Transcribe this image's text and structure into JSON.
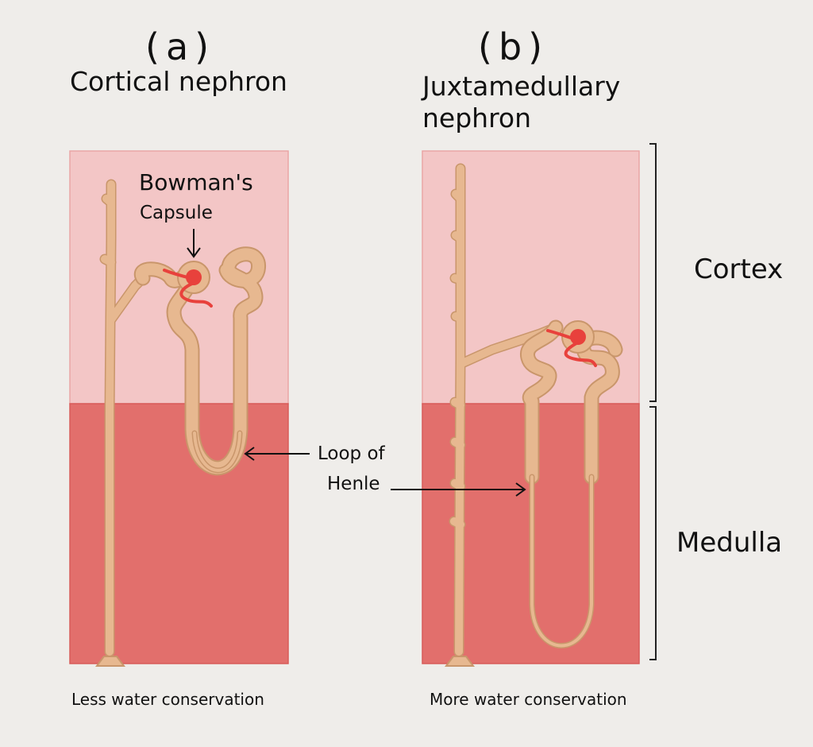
{
  "panels": [
    {
      "letter": "(a)",
      "title_lines": [
        "Cortical nephron"
      ],
      "caption": "Less water conservation"
    },
    {
      "letter": "(b)",
      "title_lines": [
        "Juxtamedullary",
        "nephron"
      ],
      "caption": "More water conservation"
    }
  ],
  "labels": {
    "bowmans_capsule": [
      "Bowman's",
      "Capsule"
    ],
    "loop_of_henle": [
      "Loop of",
      "Henle"
    ]
  },
  "regions": {
    "cortex": "Cortex",
    "medulla": "Medulla"
  },
  "colors": {
    "background": "#efedea",
    "cortex_fill": "#f3c6c6",
    "medulla_fill": "#e26f6c",
    "tubule": "#e7b890",
    "tubule_outline": "#c9966b",
    "capillary": "#e8413c"
  }
}
